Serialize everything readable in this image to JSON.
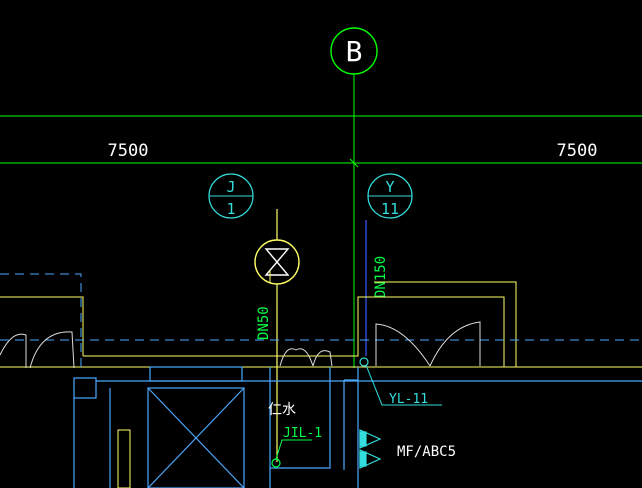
{
  "colors": {
    "background": "#000000",
    "grid": "#00ff00",
    "wall": "#ffff66",
    "structure": "#4aa8ff",
    "cyan_marks": "#33dddd",
    "supply_pipe": "#00ff44",
    "rain_pipe": "#3b5bff",
    "white_lines": "#dddddd"
  },
  "axis_bubble": {
    "label": "B"
  },
  "dimensions": {
    "left": "7500",
    "right": "7500"
  },
  "riser_tags": [
    {
      "top": "J",
      "bottom": "1"
    },
    {
      "top": "Y",
      "bottom": "11"
    }
  ],
  "pipe_sizes": {
    "water_supply": "DN50",
    "rain_leader": "DN150"
  },
  "fixture_tag": "仁水",
  "callouts": {
    "rain_leader": "YL-11",
    "water_riser": "JIL-1",
    "extinguisher": "MF/ABC5"
  },
  "icons": [
    "gate-valve-icon",
    "fire-extinguisher-icon"
  ]
}
